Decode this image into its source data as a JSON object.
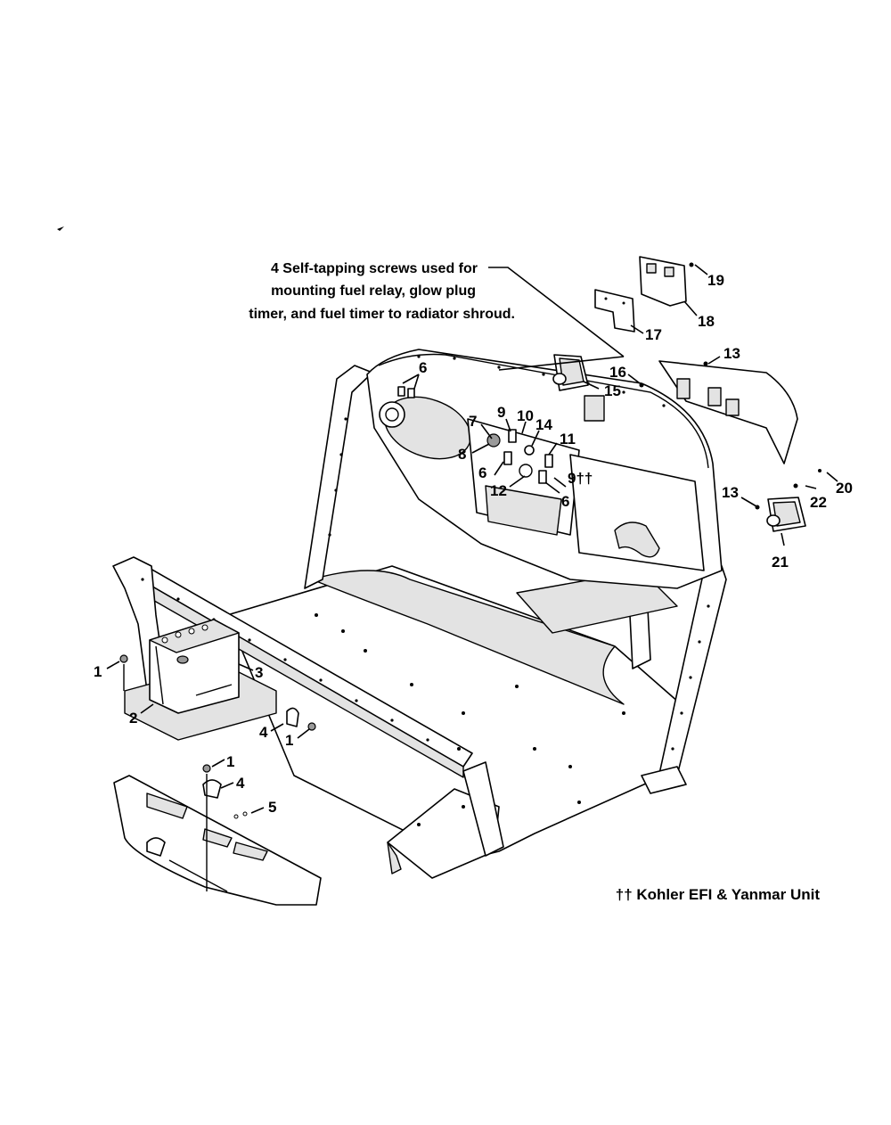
{
  "note": {
    "line1": "4 Self-tapping screws used for",
    "line2": "mounting fuel relay, glow plug",
    "line3": "timer, and fuel timer to radiator shroud."
  },
  "footnote": "†† Kohler EFI & Yanmar Unit",
  "callouts": {
    "c19": "19",
    "c18": "18",
    "c17": "17",
    "c16": "16",
    "c15": "15",
    "c13a": "13",
    "c13b": "13",
    "c6a": "6",
    "c6b": "6",
    "c6c": "6",
    "c7": "7",
    "c8": "8",
    "c9": "9",
    "c9tt": "9††",
    "c10": "10",
    "c11": "11",
    "c12": "12",
    "c14": "14",
    "c20": "20",
    "c21": "21",
    "c22": "22",
    "c1a": "1",
    "c1b": "1",
    "c1c": "1",
    "c2": "2",
    "c3": "3",
    "c4a": "4",
    "c4b": "4",
    "c5": "5"
  }
}
